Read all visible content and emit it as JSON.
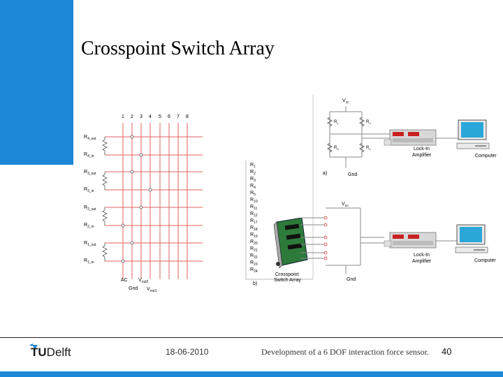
{
  "slide": {
    "title": "Crosspoint Switch Array"
  },
  "colors": {
    "accent_blue": "#1e88d8",
    "matrix_red": "#e06060",
    "wire_grey": "#888888"
  },
  "diagram": {
    "matrix": {
      "columns": [
        "1",
        "2",
        "3",
        "4",
        "5",
        "6",
        "7",
        "8"
      ],
      "rows": [
        {
          "text": "R",
          "sub": "4_out"
        },
        {
          "text": "R",
          "sub": "4_in"
        },
        {
          "text": "R",
          "sub": "3_out"
        },
        {
          "text": "R",
          "sub": "3_in"
        },
        {
          "text": "R",
          "sub": "2_out"
        },
        {
          "text": "R",
          "sub": "2_in"
        },
        {
          "text": "R",
          "sub": "1_out"
        },
        {
          "text": "R",
          "sub": "1_in"
        }
      ],
      "ac_label": "AC",
      "gnd_label": "Gnd",
      "vout2_text": "V",
      "vout2_sub": "out2",
      "vout1_text": "V",
      "vout1_sub": "out1"
    },
    "resistor_list": [
      {
        "text": "R",
        "sub": "1"
      },
      {
        "text": "R",
        "sub": "2"
      },
      {
        "text": "R",
        "sub": "3"
      },
      {
        "text": "R",
        "sub": "4"
      },
      {
        "text": "R",
        "sub": "5"
      },
      {
        "text": "R",
        "sub": "10"
      },
      {
        "text": "R",
        "sub": "11"
      },
      {
        "text": "R",
        "sub": "12"
      },
      {
        "text": "R",
        "sub": "17"
      },
      {
        "text": "R",
        "sub": "18"
      },
      {
        "text": "R",
        "sub": "19"
      },
      {
        "text": "R",
        "sub": "20"
      },
      {
        "text": "R",
        "sub": "21"
      },
      {
        "text": "R",
        "sub": "22"
      },
      {
        "text": "R",
        "sub": "23"
      },
      {
        "text": "R",
        "sub": "24"
      }
    ],
    "switch_label_1": "Crosspoint",
    "switch_label_2": "Switch Array",
    "label_a": "a)",
    "label_b": "b)",
    "top_circuit": {
      "vcc_text": "V",
      "vcc_sub": "cc",
      "r1_text": "R",
      "r1_sub": "1",
      "r2_text": "R",
      "r2_sub": "2",
      "r3_text": "R",
      "r3_sub": "3",
      "r4_text": "R",
      "r4_sub": "4",
      "gnd": "Gnd",
      "amplifier_1": "Lock-In",
      "amplifier_2": "Amplifier",
      "computer": "Computer"
    },
    "bottom_circuit": {
      "vcc_text": "V",
      "vcc_sub": "cc",
      "gnd": "Gnd",
      "amplifier_1": "Lock-In",
      "amplifier_2": "Amplifier",
      "computer": "Computer"
    }
  },
  "footer": {
    "logo_tu": "TU",
    "logo_delft": "Delft",
    "date": "18-06-2010",
    "description": "Development of a 6 DOF interaction force sensor.",
    "page": "40"
  }
}
